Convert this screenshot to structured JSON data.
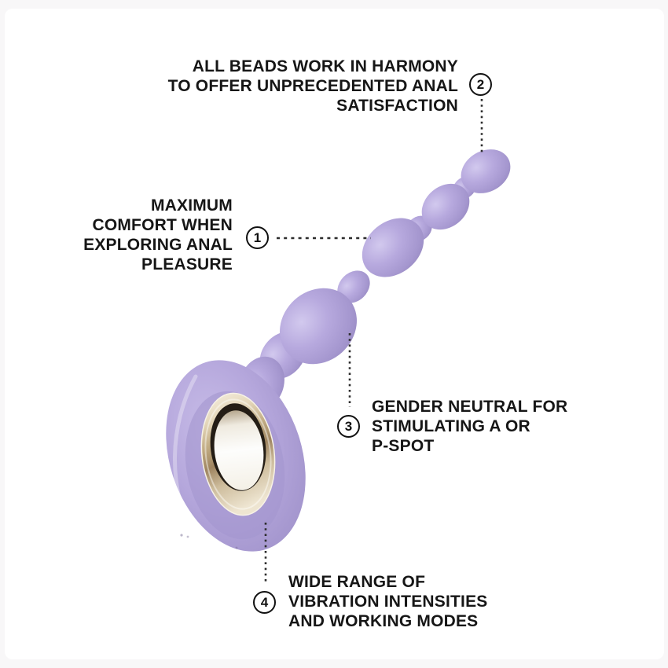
{
  "page": {
    "background": "#f8f7f8",
    "canvas_background": "#ffffff"
  },
  "colors": {
    "text": "#161616",
    "leader_line": "#2d2d2d",
    "circle_border": "#111111",
    "product_body": "#b5a7dc",
    "product_body_highlight": "#d2c9ee",
    "product_body_shadow": "#9183bd",
    "ring_gold_bright": "#f6f0e2",
    "ring_gold_dark": "#9e8460",
    "ring_lip_dark": "#241d15",
    "ring_hole": "#fdfdfc"
  },
  "product": {
    "name": "purple-beaded-anal-massager",
    "parts": [
      "tip-bead",
      "bead-2",
      "bead-3",
      "bead-4",
      "neck",
      "handle",
      "gold-control-ring"
    ]
  },
  "callouts": {
    "harmony": {
      "number": "2",
      "lines": [
        "ALL BEADS WORK IN HARMONY",
        "TO OFFER UNPRECEDENTED ANAL",
        "SATISFACTION"
      ]
    },
    "comfort": {
      "number": "1",
      "lines": [
        "MAXIMUM",
        "COMFORT WHEN",
        "EXPLORING ANAL",
        "PLEASURE"
      ]
    },
    "gender": {
      "number": "3",
      "lines": [
        "GENDER NEUTRAL FOR",
        "STIMULATING A OR",
        "P-SPOT"
      ]
    },
    "modes": {
      "number": "4",
      "lines": [
        "WIDE RANGE OF",
        "VIBRATION INTENSITIES",
        "AND WORKING MODES"
      ]
    }
  }
}
